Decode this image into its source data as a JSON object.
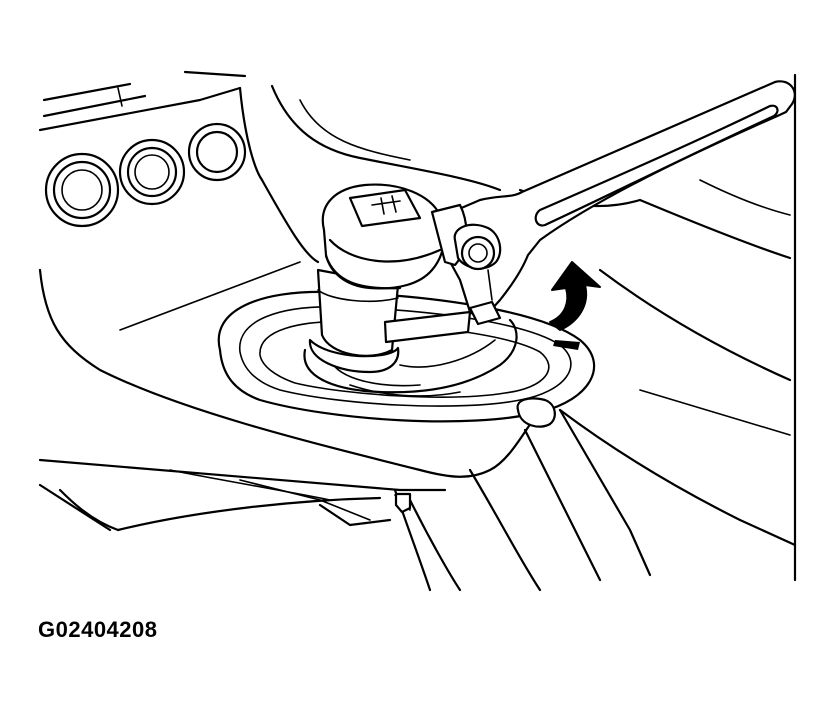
{
  "figure": {
    "code": "G02404208",
    "stroke_color": "#000000",
    "background_color": "#ffffff"
  },
  "parts": {
    "wrench": "adjustable-wrench",
    "knob": "shift-knob",
    "boot": "shift-boot",
    "vents": "round-air-vents",
    "arrow": "rotation-arrow-counterclockwise"
  }
}
